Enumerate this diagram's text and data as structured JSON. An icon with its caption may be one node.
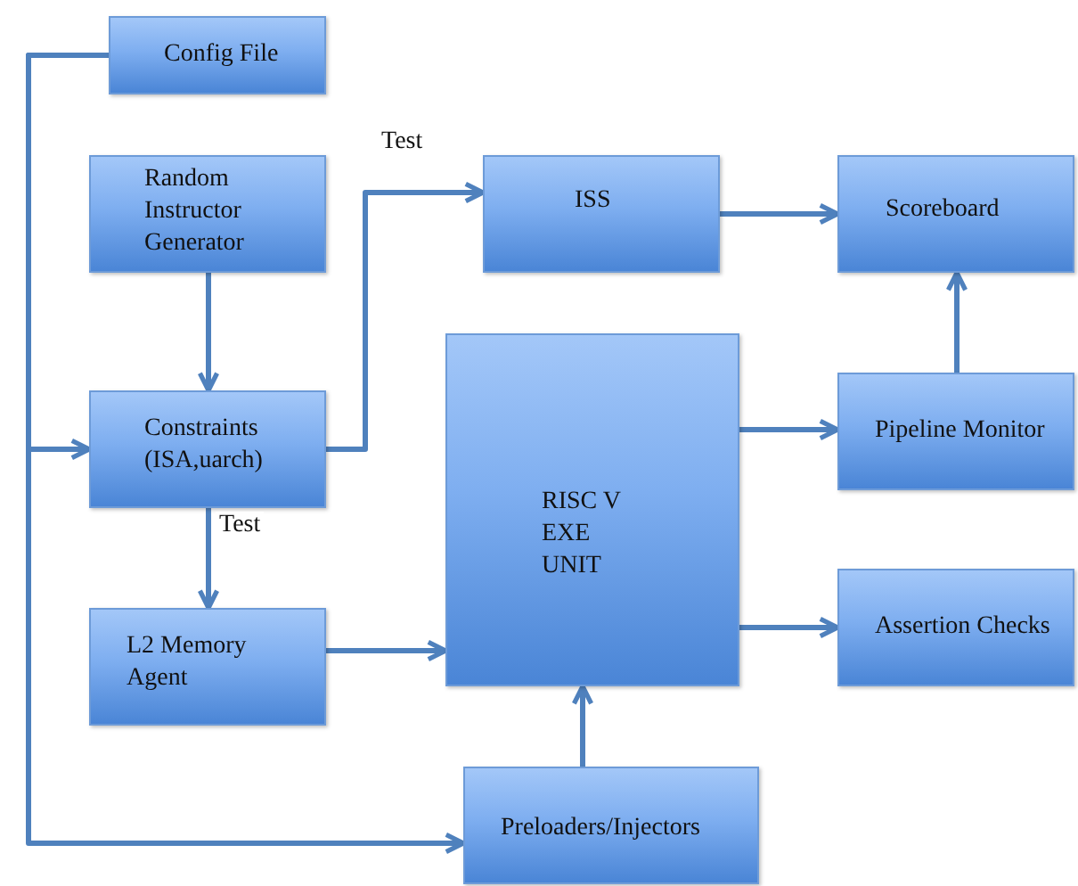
{
  "diagram": {
    "nodes": [
      {
        "text": [
          "Config File"
        ]
      },
      {
        "text": [
          "Random Instructor Generator"
        ]
      },
      {
        "text": [
          "Constraints (ISA,uarch)"
        ]
      },
      {
        "text": [
          "L2 Memory Agent"
        ]
      },
      {
        "text": [
          "ISS"
        ]
      },
      {
        "text": [
          "Scoreboard"
        ]
      },
      {
        "text": [
          "RISC V EXE UNIT"
        ]
      },
      {
        "text": [
          "Pipeline Monitor"
        ]
      },
      {
        "text": [
          "Assertion Checks"
        ]
      },
      {
        "text": [
          "Preloaders/Injectors"
        ]
      }
    ],
    "edges": [
      {
        "from": 0,
        "to": 2,
        "arrow": "to"
      },
      {
        "from": 0,
        "to": 9,
        "arrow": "to"
      },
      {
        "from": 1,
        "to": 2,
        "arrow": "to"
      },
      {
        "from": 2,
        "to": 4,
        "arrow": "to",
        "label": "Test"
      },
      {
        "from": 2,
        "to": 3,
        "arrow": "to",
        "label": "Test"
      },
      {
        "from": 3,
        "to": 6,
        "arrow": "to"
      },
      {
        "from": 4,
        "to": 5,
        "arrow": "to"
      },
      {
        "from": 6,
        "to": 7,
        "arrow": "to"
      },
      {
        "from": 6,
        "to": 8,
        "arrow": "to"
      },
      {
        "from": 7,
        "to": 5,
        "arrow": "to"
      },
      {
        "from": 9,
        "to": 6,
        "arrow": "to"
      }
    ]
  }
}
